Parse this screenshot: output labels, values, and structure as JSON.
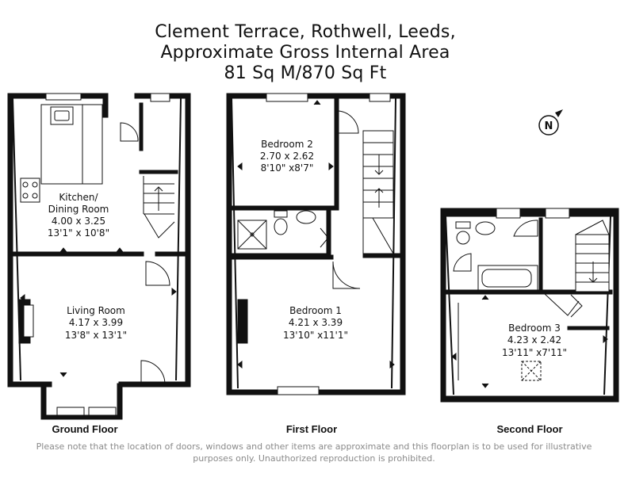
{
  "title": {
    "line1": "Clement Terrace, Rothwell, Leeds,",
    "line2": "Approximate Gross Internal Area",
    "line3": "81 Sq M/870 Sq Ft"
  },
  "compass": {
    "letter": "N"
  },
  "floors": {
    "ground": {
      "label": "Ground Floor",
      "rooms": {
        "kitchen": {
          "name_line1": "Kitchen/",
          "name_line2": "Dining Room",
          "metric": "4.00 x 3.25",
          "imperial": "13'1\" x 10'8\""
        },
        "living": {
          "name": "Living Room",
          "metric": "4.17 x 3.99",
          "imperial": "13'8\" x 13'1\""
        }
      }
    },
    "first": {
      "label": "First Floor",
      "rooms": {
        "bedroom2": {
          "name": "Bedroom 2",
          "metric": "2.70 x 2.62",
          "imperial": "8'10\" x8'7\""
        },
        "bedroom1": {
          "name": "Bedroom 1",
          "metric": "4.21 x 3.39",
          "imperial": "13'10\" x11'1\""
        }
      }
    },
    "second": {
      "label": "Second Floor",
      "rooms": {
        "bedroom3": {
          "name": "Bedroom 3",
          "metric": "4.23 x 2.42",
          "imperial": "13'11\" x7'11\""
        }
      }
    }
  },
  "disclaimer": "Please note that the location of doors, windows and other items are approximate and this floorplan is to be used for illustrative purposes only. Unauthorized reproduction is prohibited.",
  "colors": {
    "wall": "#111111",
    "fixture": "#444444",
    "disclaimer": "#8a8a8a"
  }
}
